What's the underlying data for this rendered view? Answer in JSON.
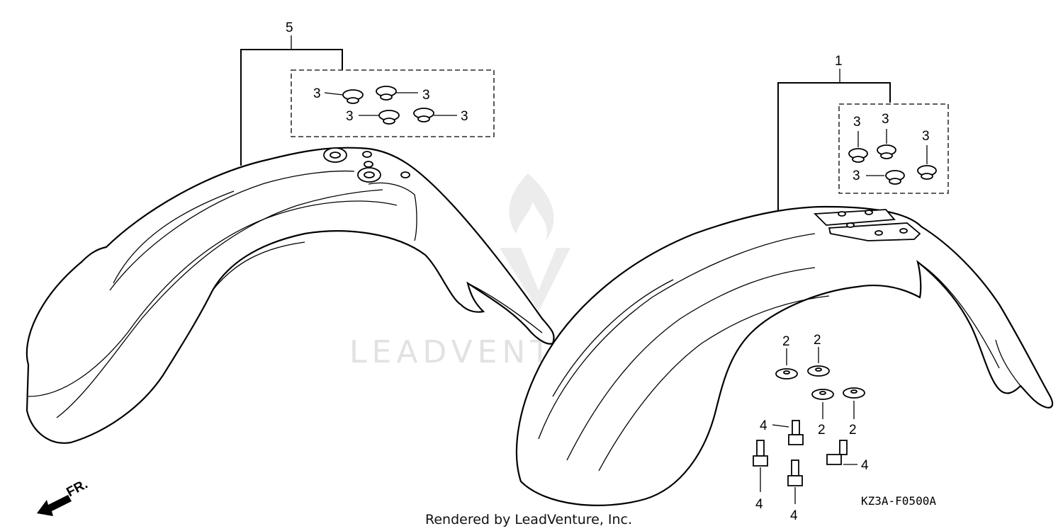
{
  "diagram": {
    "callouts": {
      "fender_left_kit": "5",
      "fender_right_kit": "1",
      "grommet": "3",
      "washer": "2",
      "bolt": "4"
    },
    "direction_label": "FR.",
    "diagram_code": "KZ3A-F0500A",
    "credit": "Rendered by LeadVenture, Inc.",
    "watermark": "LEADVENTURE"
  }
}
